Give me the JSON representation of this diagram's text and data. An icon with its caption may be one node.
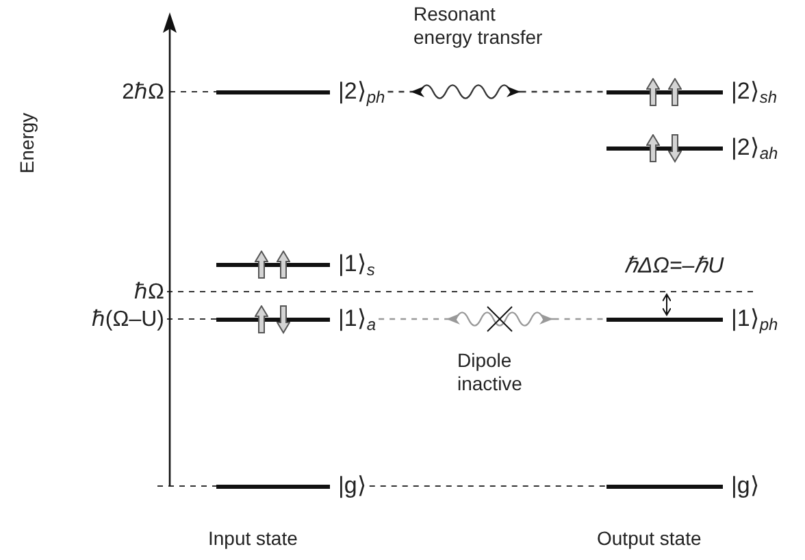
{
  "diagram": {
    "nodes": [
      {
        "text": [
          "|2⟩$_{ph}$"
        ]
      },
      {
        "text": [
          "|1⟩$_{s}$"
        ]
      },
      {
        "text": [
          "|1⟩$_{a}$"
        ]
      },
      {
        "text": [
          "|g⟩"
        ]
      },
      {
        "text": [
          "|2⟩$_{sh}$"
        ]
      },
      {
        "text": [
          "|2⟩$_{ah}$"
        ]
      },
      {
        "text": [
          "|1⟩$_{ph}$"
        ]
      },
      {
        "text": [
          "|g⟩"
        ]
      }
    ],
    "edges": [
      {
        "from": 0,
        "to": 4,
        "arrow": "both",
        "label": "Resonant energy transfer"
      },
      {
        "from": 2,
        "to": 6,
        "arrow": "both",
        "label": "Dipole inactive",
        "color": "#999999"
      },
      {
        "from": 3,
        "to": 7,
        "arrow": "none",
        "style": "dashed"
      }
    ],
    "labels": [
      "Energy",
      "2ℏΩ",
      "ℏΩ",
      "ℏ(Ω–U)",
      "ℏΔΩ=–ℏU",
      "Input state",
      "Output state"
    ]
  }
}
